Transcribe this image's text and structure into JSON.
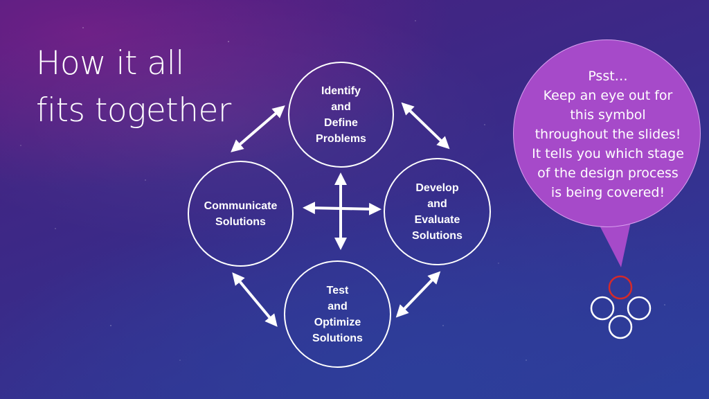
{
  "slide": {
    "title_lines": [
      "How it all",
      "fits together"
    ]
  },
  "stages": {
    "identify": "Identify\nand\nDefine\nProblems",
    "develop": "Develop\nand\nEvaluate\nSolutions",
    "communicate": "Communicate\nSolutions",
    "test": "Test\nand\nOptimize\nSolutions"
  },
  "callout": {
    "lines": [
      "Psst…",
      "Keep an eye out for",
      "this symbol",
      "throughout the slides!",
      "It tells you which stage",
      "of the design process",
      "is being covered!"
    ]
  },
  "colors": {
    "bubble": "#a64ac9",
    "highlight_ring": "#d42a2a",
    "ring": "#ffffff"
  },
  "icons": {
    "stage_symbol": "four-circles-icon"
  }
}
